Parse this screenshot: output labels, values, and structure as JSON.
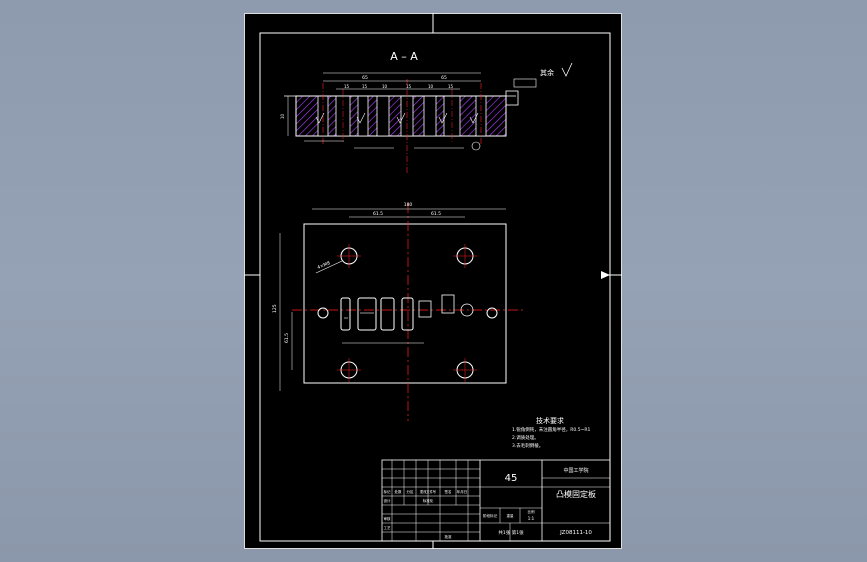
{
  "drawing": {
    "section_label": "A – A",
    "other_roughness": "其余",
    "material": "45",
    "company": "中国工学院",
    "part_name": "凸模固定板",
    "drawing_number": "JZ08111-10",
    "scale": "1:1",
    "sheet_info": "共1张 第1张",
    "tech_title": "技术要求",
    "tech_notes": [
      "1.锐角倒钝，未注圆角半径，R0.5~R1",
      "2.调质处理。",
      "3.去毛刺倒棱。"
    ],
    "title_block_labels": [
      "标记",
      "处数",
      "分区",
      "更改文件号",
      "签名",
      "年月日",
      "设计",
      "标准化",
      "审核",
      "工艺",
      "批准",
      "阶段标记",
      "重量",
      "比例"
    ],
    "dims_top": [
      "65",
      "65",
      "15",
      "15",
      "10",
      "15",
      "10",
      "15",
      "10"
    ],
    "dims_plan": {
      "overall_width": "180",
      "left_half": "61.5",
      "right_half": "61.5",
      "height": "125",
      "row_spacing": "61.5",
      "hole_note": "4×M8"
    },
    "colors": {
      "page_bg": "#8e9aae",
      "sheet": "#000000",
      "frame": "#ffffff",
      "outline": "#ffffff",
      "center": "#ff2020",
      "hatch": "#b040ff",
      "dimension": "#ffffff"
    }
  }
}
